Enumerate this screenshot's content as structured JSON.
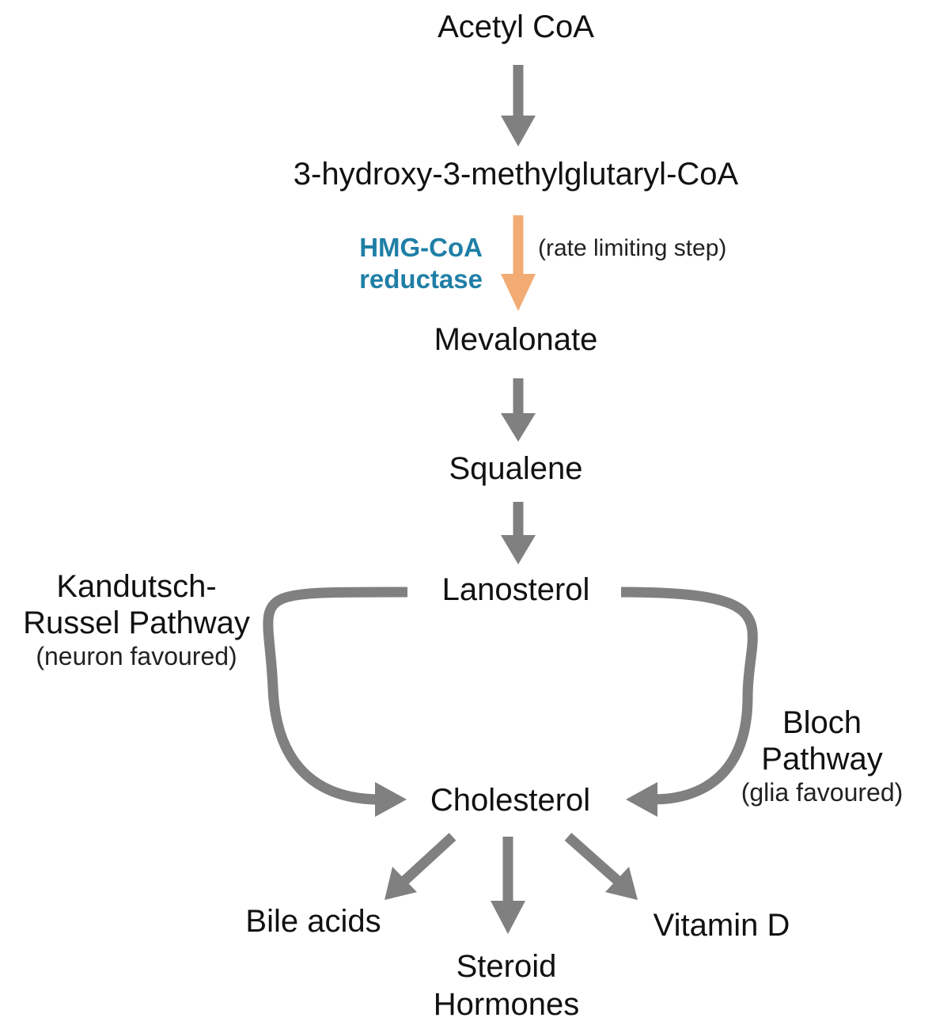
{
  "colors": {
    "arrow": "#808080",
    "rate_limiting_arrow": "#f2ab73",
    "enzyme_text": "#1f7fa6"
  },
  "nodes": {
    "acetyl_coa": "Acetyl CoA",
    "hmg_coa": "3-hydroxy-3-methylglutaryl-CoA",
    "mevalonate": "Mevalonate",
    "squalene": "Squalene",
    "lanosterol": "Lanosterol",
    "cholesterol": "Cholesterol",
    "bile_acids": "Bile acids",
    "vitamin_d": "Vitamin D",
    "steroid_hormones_line1": "Steroid",
    "steroid_hormones_line2": "Hormones"
  },
  "enzyme": {
    "line1": "HMG-CoA",
    "line2": "reductase"
  },
  "rate_limiting_note": "(rate limiting step)",
  "pathways": {
    "kandutsch_russel": {
      "line1": "Kandutsch-",
      "line2": "Russel Pathway",
      "note": "(neuron favoured)"
    },
    "bloch": {
      "line1": "Bloch",
      "line2": "Pathway",
      "note": "(glia favoured)"
    }
  }
}
